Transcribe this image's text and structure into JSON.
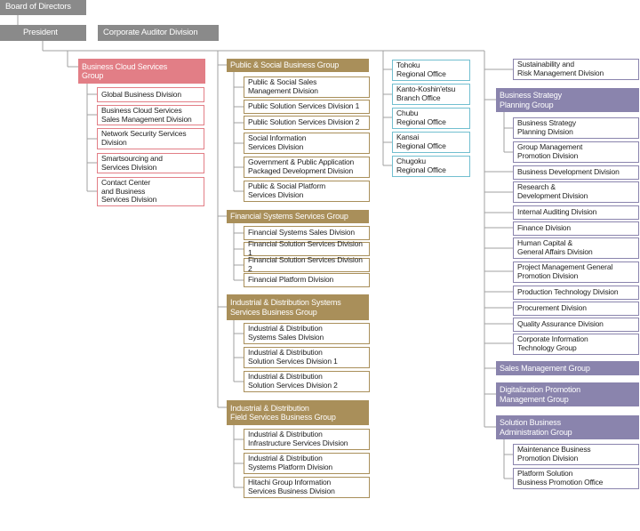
{
  "top": {
    "board": "Board of Directors",
    "president": "President",
    "auditor": "Corporate Auditor Division"
  },
  "cloud": {
    "header": "Business Cloud Services\nGroup",
    "items": [
      "Global Business Division",
      "Business Cloud Services\nSales Management Division",
      "Network Security Services\nDivision",
      "Smartsourcing and\nServices Division",
      "Contact Center\nand Business\nServices Division"
    ]
  },
  "public": {
    "header": "Public & Social Business Group",
    "items": [
      "Public & Social Sales\nManagement Division",
      "Public Solution Services Division 1",
      "Public Solution Services Division 2",
      "Social Information\nServices Division",
      "Government & Public Application\nPackaged Development Division",
      "Public & Social Platform\nServices Division"
    ]
  },
  "financial": {
    "header": "Financial Systems Services Group",
    "items": [
      "Financial Systems Sales Division",
      "Financial Solution Services Division 1",
      "Financial Solution Services Division 2",
      "Financial Platform Division"
    ]
  },
  "industrial": {
    "header": "Industrial & Distribution Systems\nServices Business Group",
    "items": [
      "Industrial & Distribution\nSystems Sales Division",
      "Industrial & Distribution\nSolution Services Division 1",
      "Industrial & Distribution\nSolution Services Division 2"
    ]
  },
  "field": {
    "header": "Industrial & Distribution\nField Services Business Group",
    "items": [
      "Industrial & Distribution\nInfrastructure Services Division",
      "Industrial & Distribution\nSystems Platform Division",
      "Hitachi Group Information\nServices Business Division"
    ]
  },
  "regional": {
    "items": [
      "Tohoku\nRegional Office",
      "Kanto-Koshin'etsu\nBranch Office",
      "Chubu\nRegional Office",
      "Kansai\nRegional Office",
      "Chugoku\nRegional Office"
    ]
  },
  "right": {
    "sustainability": "Sustainability and\nRisk Management Division",
    "strategy_header": "Business Strategy\nPlanning Group",
    "strategy_items": [
      "Business Strategy\nPlanning Division",
      "Group Management\nPromotion Division"
    ],
    "divisions": [
      "Business Development Division",
      "Research &\nDevelopment Division",
      "Internal Auditing Division",
      "Finance Division",
      "Human Capital &\nGeneral Affairs Division",
      "Project Management General\nPromotion Division",
      "Production Technology Division",
      "Procurement Division",
      "Quality Assurance Division",
      "Corporate Information\nTechnology Group"
    ],
    "sales_mgmt": "Sales Management Group",
    "digital": "Digitalization Promotion\nManagement Group",
    "solution_header": "Solution Business\nAdministration Group",
    "solution_items": [
      "Maintenance Business\nPromotion Division",
      "Platform Solution\nBusiness Promotion Office"
    ]
  }
}
